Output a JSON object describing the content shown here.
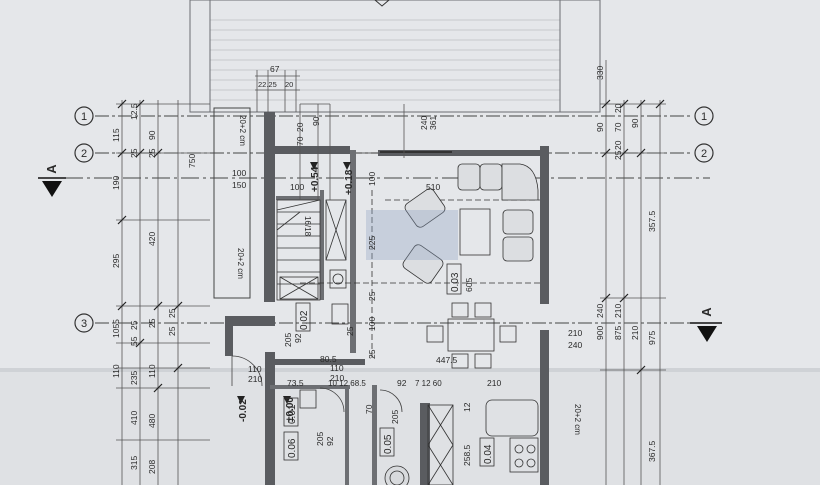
{
  "grid_axes": [
    {
      "id": "1",
      "label": "1"
    },
    {
      "id": "2",
      "label": "2"
    },
    {
      "id": "3",
      "label": "3"
    }
  ],
  "section_marker": "A",
  "levels": {
    "upper_a": "+0.54",
    "upper_b": "+0.18",
    "ground": "±0.00",
    "outside": "-0.02"
  },
  "stair": {
    "risers": "16/18"
  },
  "rooms": {
    "living": "0.03",
    "wc": "0.02",
    "hall": "0.01",
    "pantry": "0.06",
    "bath": "0.05",
    "kitchen": "0.04"
  },
  "wall_notes": {
    "left_top": "20+2 cm",
    "left_mid": "20+2 cm",
    "right_low": "20+2 cm"
  },
  "dims_left_outer": [
    "115",
    "190",
    "295",
    "1055",
    "110",
    "235",
    "410",
    "315"
  ],
  "dims_left_inner": [
    "90",
    "750",
    "420",
    "25",
    "55",
    "110",
    "208"
  ],
  "dims_left_ticks": [
    "12.5",
    "25",
    "25",
    "25",
    "25",
    "25",
    "480"
  ],
  "dims_right_outer": [
    "330",
    "357.5",
    "975",
    "367.5"
  ],
  "dims_right_inner": [
    "20",
    "70",
    "20",
    "25",
    "900",
    "875",
    "210",
    "240",
    "210"
  ],
  "dims_right_small": [
    "90",
    "90"
  ],
  "dims_top": [
    "67",
    "22.25",
    "20",
    "20",
    "70",
    "361",
    "240",
    "90"
  ],
  "dims_middle": {
    "d100a": "100",
    "d150": "150",
    "d100b": "100",
    "d100c": "100",
    "d510": "510",
    "d225": "225",
    "d605": "605",
    "d25a": "25",
    "d25b": "25",
    "d100d": "100",
    "d92a": "92",
    "d205a": "205",
    "d25c": "25",
    "d447": "447.5",
    "d110a": "110",
    "d210a": "210",
    "d80": "80.5",
    "d110b": "110",
    "d210b": "210",
    "d73": "73.5",
    "d1012": "10 12 68.5",
    "d92b": "92",
    "d712": "7 12 60",
    "d210c": "210",
    "d70": "70",
    "d205b": "205",
    "d205c": "205",
    "d92c": "92",
    "d258": "258.5",
    "d12": "12",
    "d210d": "210",
    "d240": "240"
  }
}
